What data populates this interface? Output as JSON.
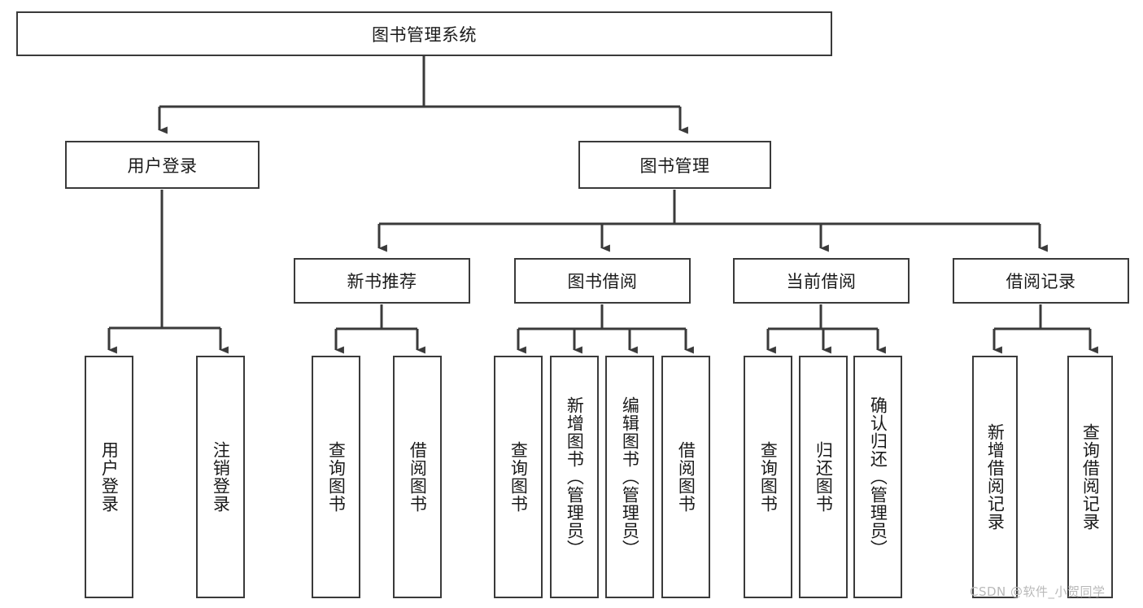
{
  "diagram": {
    "title": "图书管理系统",
    "type": "hierarchy-tree",
    "watermark": "CSDN @软件_小贺同学",
    "colors": {
      "stroke": "#3a3a3a",
      "fill": "#ffffff",
      "text": "#1a1a1a",
      "watermark": "#b9b9b9"
    },
    "nodes": {
      "root": "图书管理系统",
      "level1": [
        "用户登录",
        "图书管理"
      ],
      "level2": [
        "新书推荐",
        "图书借阅",
        "当前借阅",
        "借阅记录"
      ],
      "leaves_user_login": [
        "用户登录",
        "注销登录"
      ],
      "leaves_new_book": [
        "查询图书",
        "借阅图书"
      ],
      "leaves_borrow": [
        "查询图书",
        "新增图书（管理员）",
        "编辑图书（管理员）",
        "借阅图书"
      ],
      "leaves_current": [
        "查询图书",
        "归还图书",
        "确认归还（管理员）"
      ],
      "leaves_record": [
        "新增借阅记录",
        "查询借阅记录"
      ]
    }
  }
}
